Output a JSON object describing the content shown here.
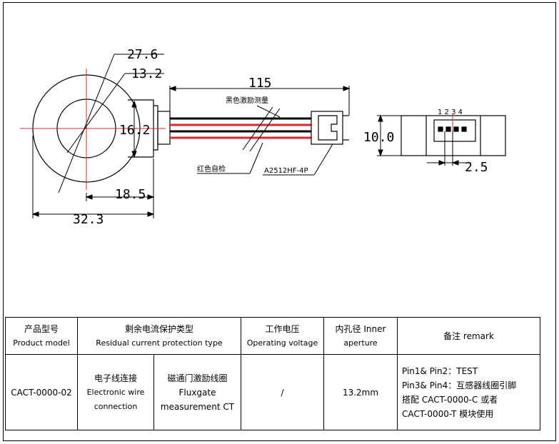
{
  "drawing": {
    "dims": {
      "outer_diameter": "27.6",
      "inner_diameter": "13.2",
      "height_16": "16.2",
      "width_18": "18.5",
      "total_width": "32.3",
      "cable_length": "115",
      "connector_height": "10.0",
      "pin_pitch": "2.5"
    },
    "labels": {
      "black_wire": "黑色激励测量",
      "red_wire": "红色自检",
      "connector_model": "A2512HF-4P"
    },
    "pin_numbers": "1 2 3 4"
  },
  "table": {
    "headers": {
      "model_cn": "产品型号",
      "model_en": "Product model",
      "type_cn": "剩余电流保护类型",
      "type_en": "Residual current protection type",
      "voltage_cn": "工作电压",
      "voltage_en": "Operating voltage",
      "aperture_cn": "内孔径 Inner",
      "aperture_en": "aperture",
      "remark": "备注 remark"
    },
    "row": {
      "model": "CACT-0000-02",
      "wiring_cn": "电子线连接",
      "wiring_en_1": "Electronic wire",
      "wiring_en_2": "connection",
      "ct_cn": "磁通门激励线圈",
      "ct_en_1": "Fluxgate",
      "ct_en_2": "measurement CT",
      "voltage": "/",
      "aperture": "13.2mm",
      "remark_1": "Pin1& Pin2：TEST",
      "remark_2": "Pin3& Pin4：互感器线圈引脚",
      "remark_3": "搭配 CACT-0000-C 或者",
      "remark_4": "CACT-0000-T 模块使用"
    }
  },
  "colors": {
    "line": "#000000",
    "center_line": "#e0262a",
    "red_wire": "#e0262a",
    "black_wire": "#000000"
  }
}
